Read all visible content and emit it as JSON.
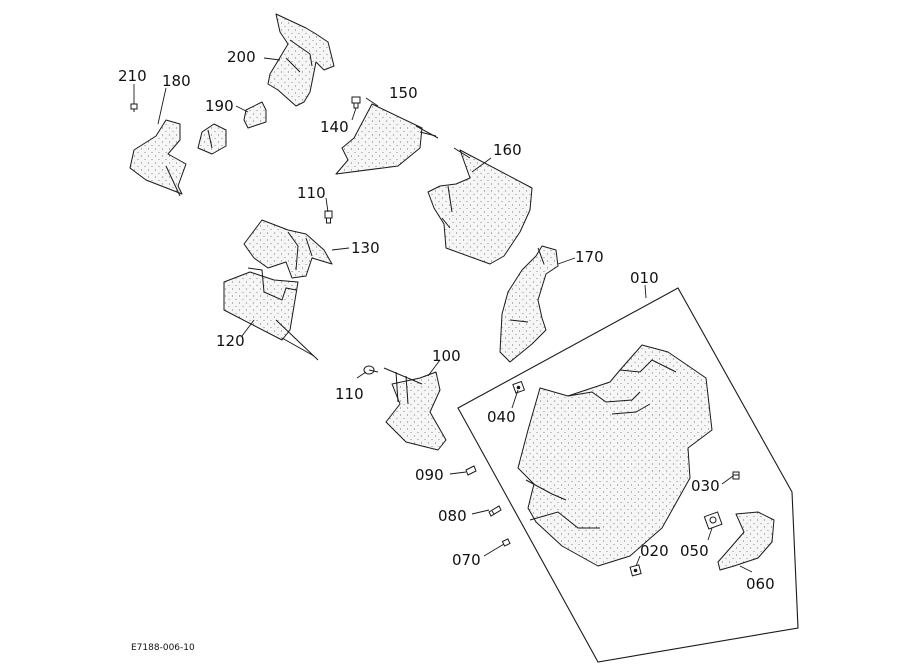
{
  "drawing_ref": "E7188-006-10",
  "callouts": {
    "p010": "010",
    "p020": "020",
    "p030": "030",
    "p040": "040",
    "p050": "050",
    "p060": "060",
    "p070": "070",
    "p080": "080",
    "p090": "090",
    "p100": "100",
    "p110a": "110",
    "p110b": "110",
    "p120": "120",
    "p130": "130",
    "p140": "140",
    "p150": "150",
    "p160": "160",
    "p170": "170",
    "p180": "180",
    "p190": "190",
    "p200": "200",
    "p210": "210"
  }
}
